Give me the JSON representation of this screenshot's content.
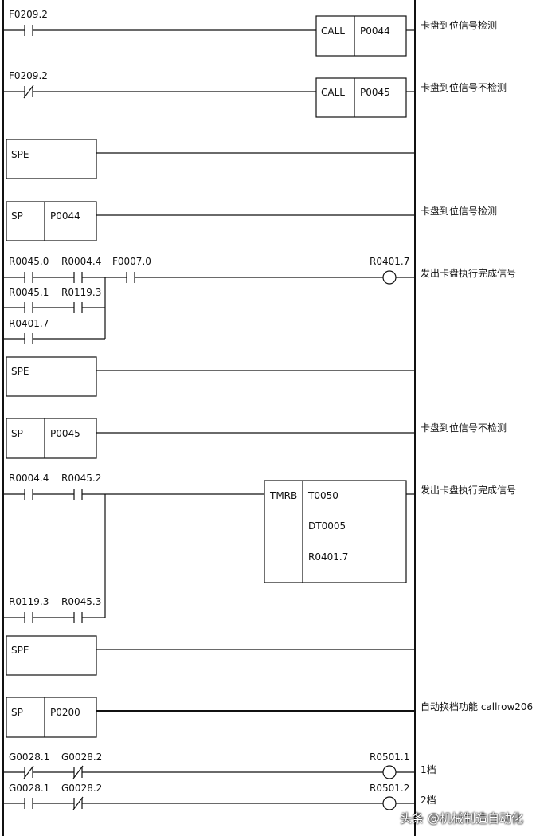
{
  "rungs": [
    {
      "contacts": [
        {
          "label": "F0209.2",
          "type": "NO"
        }
      ],
      "box": {
        "kind": "call",
        "cells": [
          "CALL",
          "P0044"
        ]
      },
      "comment": "卡盘到位信号检测"
    },
    {
      "contacts": [
        {
          "label": "F0209.2",
          "type": "NC"
        }
      ],
      "box": {
        "kind": "call",
        "cells": [
          "CALL",
          "P0045"
        ]
      },
      "comment": "卡盘到位信号不检测"
    },
    {
      "box": {
        "kind": "spe",
        "cells": [
          "SPE"
        ]
      },
      "comment": ""
    },
    {
      "box": {
        "kind": "sp",
        "cells": [
          "SP",
          "P0044"
        ]
      },
      "comment": "卡盘到位信号检测"
    },
    {
      "contacts": [
        {
          "label": "R0045.0",
          "type": "NO"
        },
        {
          "label": "R0004.4",
          "type": "NO"
        },
        {
          "label": "R0045.1",
          "type": "NO"
        },
        {
          "label": "R0119.3",
          "type": "NO"
        },
        {
          "label": "R0401.7",
          "type": "NO"
        },
        {
          "label": "F0007.0",
          "type": "NO"
        }
      ],
      "coil": {
        "label": "R0401.7"
      },
      "comment": "发出卡盘执行完成信号"
    },
    {
      "box": {
        "kind": "spe",
        "cells": [
          "SPE"
        ]
      },
      "comment": ""
    },
    {
      "box": {
        "kind": "sp",
        "cells": [
          "SP",
          "P0045"
        ]
      },
      "comment": "卡盘到位信号不检测"
    },
    {
      "contacts": [
        {
          "label": "R0004.4",
          "type": "NO"
        },
        {
          "label": "R0045.2",
          "type": "NO"
        },
        {
          "label": "R0119.3",
          "type": "NO"
        },
        {
          "label": "R0045.3",
          "type": "NO"
        }
      ],
      "box": {
        "kind": "tmrb",
        "cells": [
          "TMRB",
          "T0050",
          "DT0005",
          "R0401.7"
        ]
      },
      "comment": "发出卡盘执行完成信号"
    },
    {
      "box": {
        "kind": "spe",
        "cells": [
          "SPE"
        ]
      },
      "comment": ""
    },
    {
      "box": {
        "kind": "sp",
        "cells": [
          "SP",
          "P0200"
        ]
      },
      "comment": "自动换档功能 callrow206"
    },
    {
      "contacts": [
        {
          "label": "G0028.1",
          "type": "NC"
        },
        {
          "label": "G0028.2",
          "type": "NC"
        }
      ],
      "coil": {
        "label": "R0501.1"
      },
      "comment": "1档"
    },
    {
      "contacts": [
        {
          "label": "G0028.1",
          "type": "NO"
        },
        {
          "label": "G0028.2",
          "type": "NC"
        }
      ],
      "coil": {
        "label": "R0501.2"
      },
      "comment": "2档"
    }
  ],
  "watermark": "头条 @机械制造自动化"
}
